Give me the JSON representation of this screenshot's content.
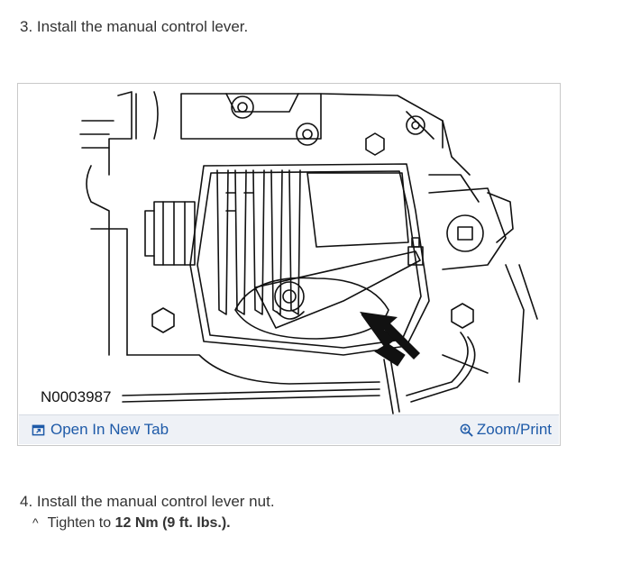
{
  "step3": {
    "text": "3. Install the manual control lever."
  },
  "figure": {
    "caption": "N0003987",
    "open_tab_label": "Open In New Tab",
    "zoom_label": "Zoom/Print",
    "link_color": "#1e5aa8"
  },
  "step4": {
    "text": "4. Install the manual control lever nut.",
    "bullet": "^",
    "sub_prefix": "Tighten to ",
    "sub_value": "12 Nm (9 ft. lbs.)."
  }
}
